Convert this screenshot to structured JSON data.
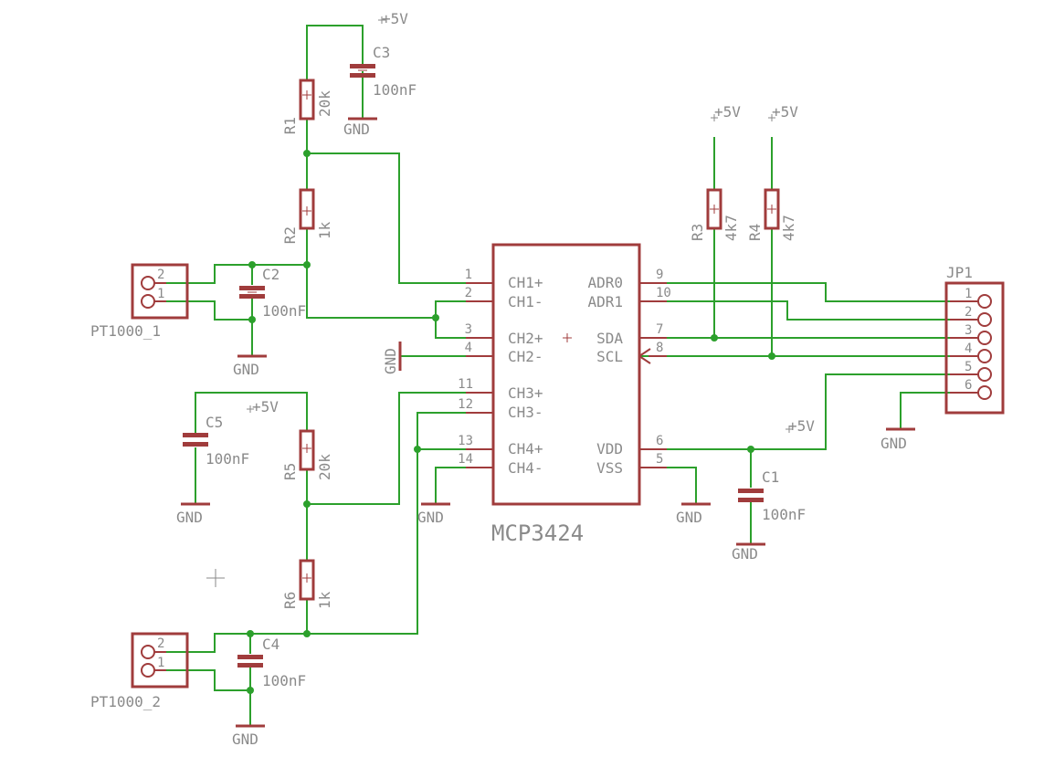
{
  "colors": {
    "wire": "#2ca02c",
    "part": "#a03c3c",
    "text": "#8a8a8a"
  },
  "ic": {
    "name": "MCP3424",
    "left_pins": [
      {
        "num": "1",
        "label": "CH1+"
      },
      {
        "num": "2",
        "label": "CH1-"
      },
      {
        "num": "3",
        "label": "CH2+"
      },
      {
        "num": "4",
        "label": "CH2-"
      },
      {
        "num": "11",
        "label": "CH3+"
      },
      {
        "num": "12",
        "label": "CH3-"
      },
      {
        "num": "13",
        "label": "CH4+"
      },
      {
        "num": "14",
        "label": "CH4-"
      }
    ],
    "right_pins": [
      {
        "num": "9",
        "label": "ADR0"
      },
      {
        "num": "10",
        "label": "ADR1"
      },
      {
        "num": "7",
        "label": "SDA"
      },
      {
        "num": "8",
        "label": "SCL"
      },
      {
        "num": "6",
        "label": "VDD"
      },
      {
        "num": "5",
        "label": "VSS"
      }
    ]
  },
  "resistors": {
    "r1": {
      "name": "R1",
      "value": "20k"
    },
    "r2": {
      "name": "R2",
      "value": "1k"
    },
    "r3": {
      "name": "R3",
      "value": "4k7"
    },
    "r4": {
      "name": "R4",
      "value": "4k7"
    },
    "r5": {
      "name": "R5",
      "value": "20k"
    },
    "r6": {
      "name": "R6",
      "value": "1k"
    }
  },
  "capacitors": {
    "c1": {
      "name": "C1",
      "value": "100nF"
    },
    "c2": {
      "name": "C2",
      "value": "100nF"
    },
    "c3": {
      "name": "C3",
      "value": "100nF"
    },
    "c4": {
      "name": "C4",
      "value": "100nF"
    },
    "c5": {
      "name": "C5",
      "value": "100nF"
    }
  },
  "connectors": {
    "pt1": {
      "name": "PT1000_1",
      "pins": [
        "2",
        "1"
      ]
    },
    "pt2": {
      "name": "PT1000_2",
      "pins": [
        "2",
        "1"
      ]
    },
    "jp1": {
      "name": "JP1",
      "pins": [
        "1",
        "2",
        "3",
        "4",
        "5",
        "6"
      ]
    }
  },
  "power": {
    "vcc": "+5V",
    "gnd": "GND"
  }
}
